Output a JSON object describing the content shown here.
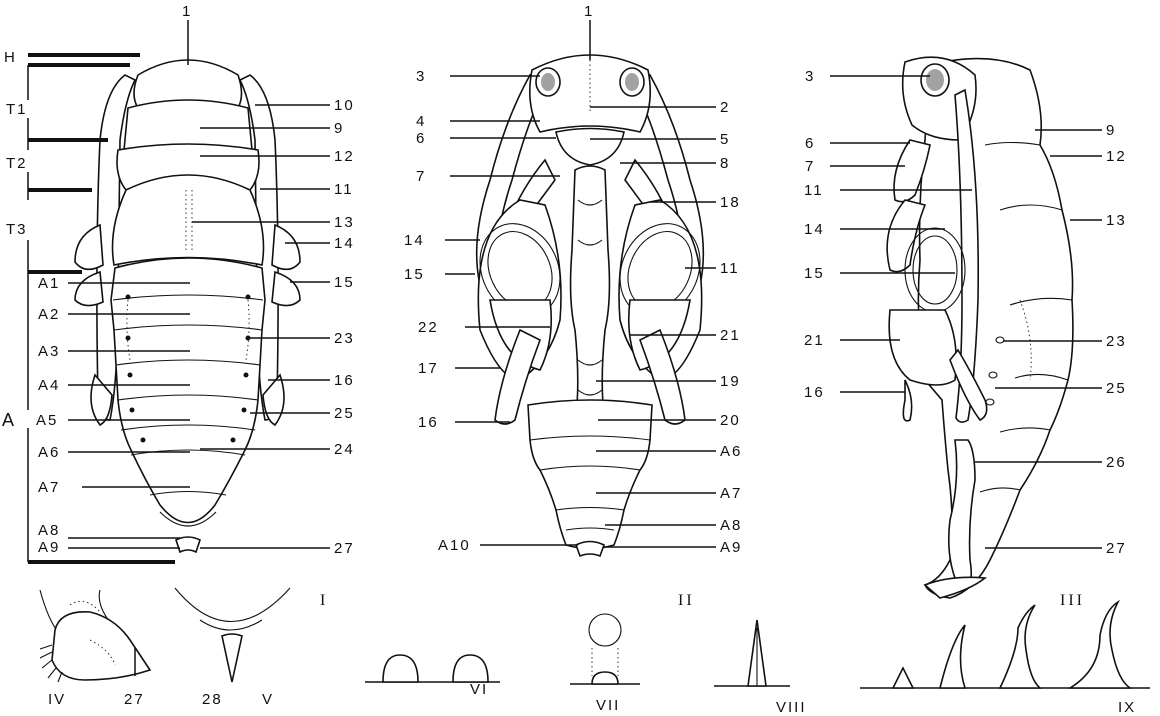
{
  "figure_I": {
    "roman": "I",
    "top": "1",
    "regions": [
      "H",
      "T1",
      "T2",
      "T3",
      "A"
    ],
    "segments": [
      "A1",
      "A2",
      "A3",
      "A4",
      "A5",
      "A6",
      "A7",
      "A8",
      "A9"
    ],
    "right_labels": [
      "10",
      "9",
      "12",
      "11",
      "13",
      "14",
      "15",
      "23",
      "16",
      "25",
      "24",
      "27"
    ]
  },
  "figure_II": {
    "roman": "II",
    "top": "1",
    "left_labels": [
      "3",
      "4",
      "6",
      "7",
      "14",
      "15",
      "22",
      "17",
      "16",
      "A10"
    ],
    "right_labels": [
      "2",
      "5",
      "8",
      "18",
      "11",
      "21",
      "19",
      "20",
      "A6",
      "A7",
      "A8",
      "A9"
    ]
  },
  "figure_III": {
    "roman": "III",
    "left_labels": [
      "3",
      "6",
      "7",
      "11",
      "14",
      "15",
      "21",
      "16"
    ],
    "right_labels": [
      "9",
      "12",
      "13",
      "23",
      "25",
      "26",
      "27"
    ]
  },
  "insets": {
    "IV": {
      "roman": "IV",
      "label": "27"
    },
    "V": {
      "roman": "V",
      "label": "28"
    },
    "VI": {
      "roman": "VI"
    },
    "VII": {
      "roman": "VII"
    },
    "VIII": {
      "roman": "VIII"
    },
    "IX": {
      "roman": "IX"
    }
  }
}
